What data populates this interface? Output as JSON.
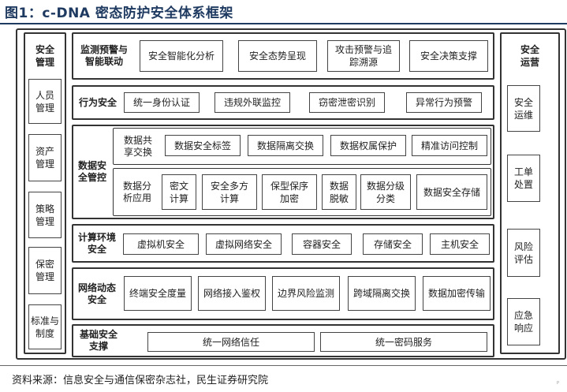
{
  "title": "图1：c-DNA 密态防护安全体系框架",
  "left_column": {
    "heading": "安全\n管理",
    "items": [
      "人员\n管理",
      "资产\n管理",
      "策略\n管理",
      "保密\n管理",
      "标准与\n制度"
    ]
  },
  "right_column": {
    "heading": "安全\n运营",
    "items": [
      "安全\n运维",
      "工单\n处置",
      "风险\n评估",
      "应急\n响应"
    ]
  },
  "layers": {
    "monitor": {
      "label": "监测预警与\n智能联动",
      "items": [
        "安全智能化分析",
        "安全态势呈现",
        "攻击预警与追\n踪溯源",
        "安全决策支撑"
      ]
    },
    "behavior": {
      "label": "行为安全",
      "items": [
        "统一身份认证",
        "违规外联监控",
        "窃密泄密识别",
        "异常行为预警"
      ]
    },
    "data": {
      "label": "数据安\n全管控",
      "sharing": {
        "label": "数据共\n享交换",
        "items": [
          "数据安全标签",
          "数据隔离交换",
          "数据权属保护",
          "精准访问控制"
        ]
      },
      "analysis": {
        "label": "数据分\n析应用",
        "items": [
          "密文\n计算",
          "安全多方\n计算",
          "保型保序\n加密",
          "数据\n脱敏",
          "数据分级\n分类",
          "数据安全存储"
        ]
      }
    },
    "compute": {
      "label": "计算环境\n安全",
      "items": [
        "虚拟机安全",
        "虚拟网络安全",
        "容器安全",
        "存储安全",
        "主机安全"
      ]
    },
    "network": {
      "label": "网络动态\n安全",
      "items": [
        "终端安全度量",
        "网络接入鉴权",
        "边界风险监测",
        "跨域隔离交换",
        "数据加密传输"
      ]
    },
    "foundation": {
      "label": "基础安全\n支撑",
      "items": [
        "统一网络信任",
        "统一密码服务"
      ]
    }
  },
  "source": "资料来源：信息安全与通信保密杂志社，民生证券研究院",
  "footnote_mark": "P"
}
